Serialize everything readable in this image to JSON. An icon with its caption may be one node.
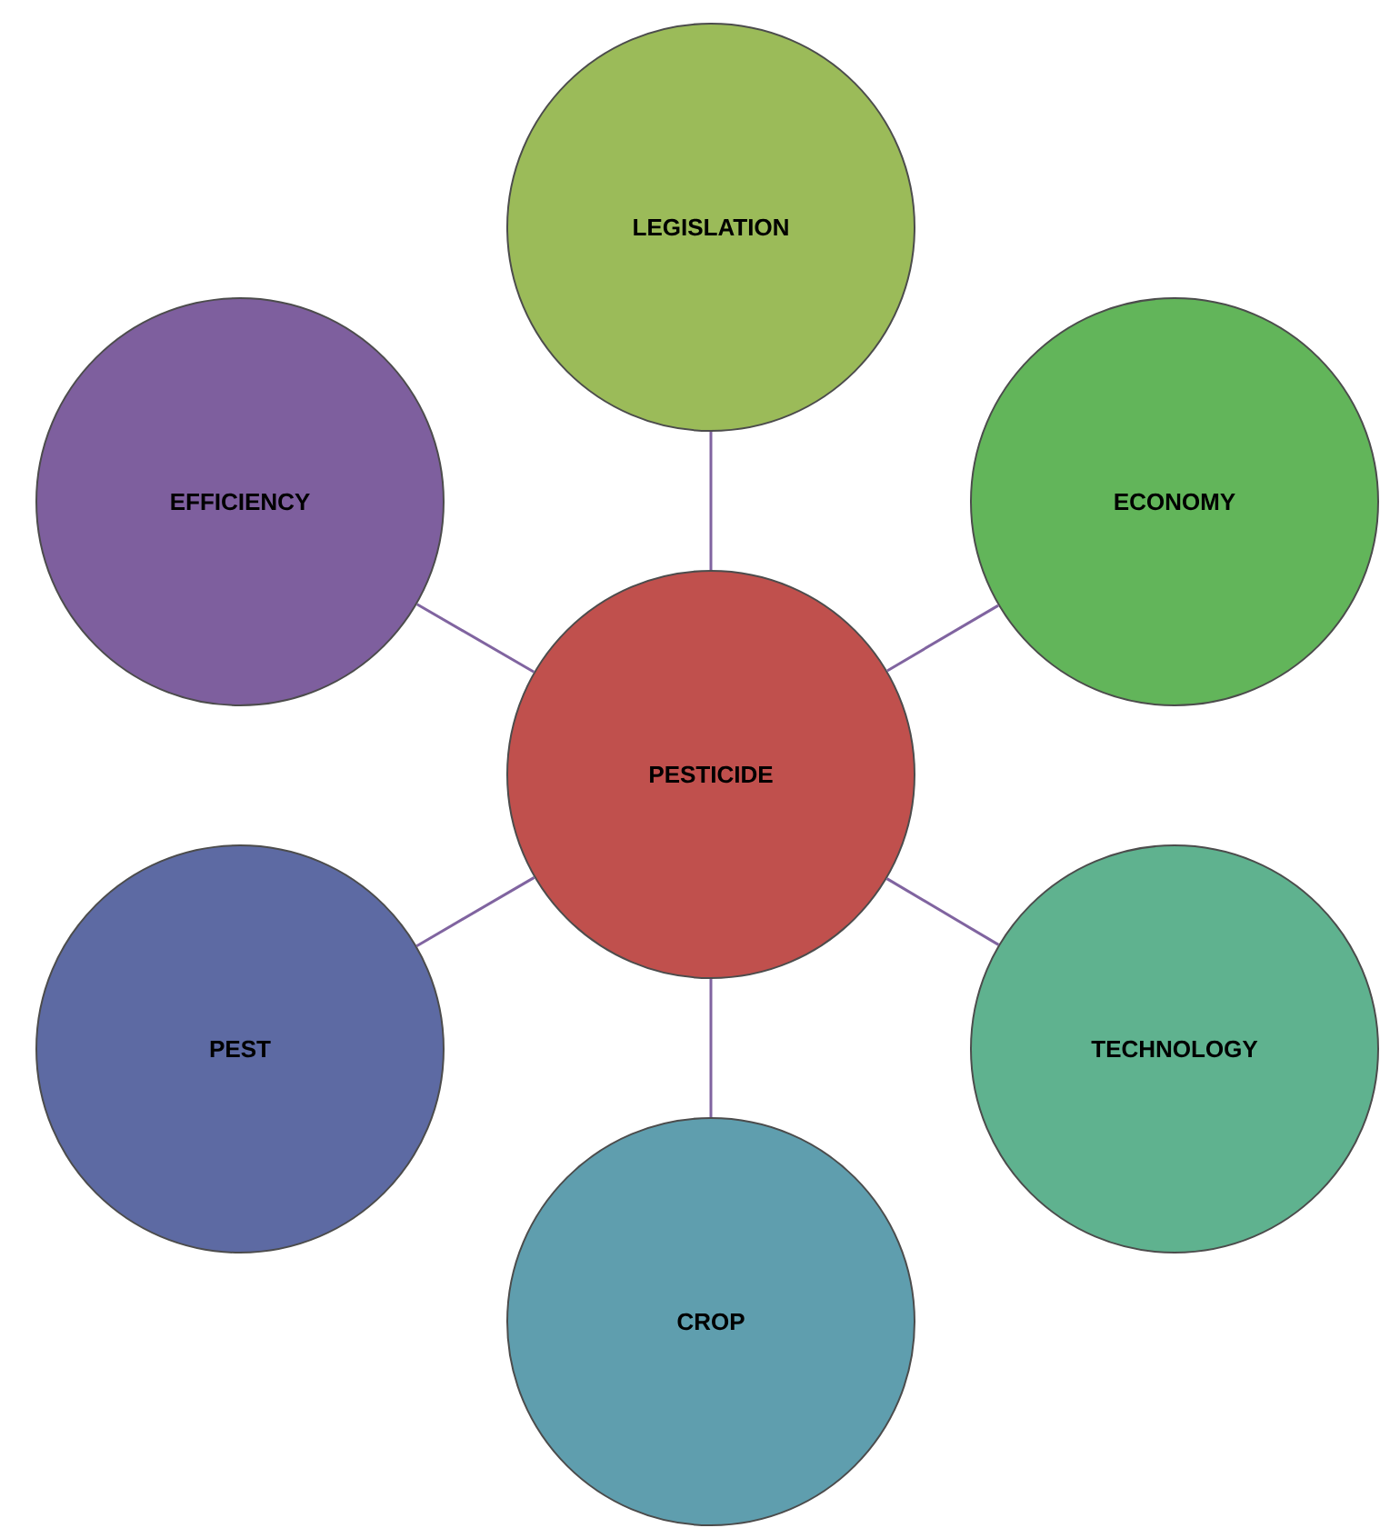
{
  "diagram": {
    "nodes": [
      {
        "text": [
          "LEGISLATION"
        ]
      },
      {
        "text": [
          "EFFICIENCY"
        ]
      },
      {
        "text": [
          "ECONOMY"
        ]
      },
      {
        "text": [
          "PESTICIDE"
        ]
      },
      {
        "text": [
          "PEST"
        ]
      },
      {
        "text": [
          "TECHNOLOGY"
        ]
      },
      {
        "text": [
          "CROP"
        ]
      }
    ],
    "edges": [
      {
        "from": 3,
        "to": 0,
        "arrow": "none"
      },
      {
        "from": 3,
        "to": 1,
        "arrow": "none"
      },
      {
        "from": 3,
        "to": 2,
        "arrow": "none"
      },
      {
        "from": 3,
        "to": 4,
        "arrow": "none"
      },
      {
        "from": 3,
        "to": 5,
        "arrow": "none"
      },
      {
        "from": 3,
        "to": 6,
        "arrow": "none"
      }
    ]
  }
}
